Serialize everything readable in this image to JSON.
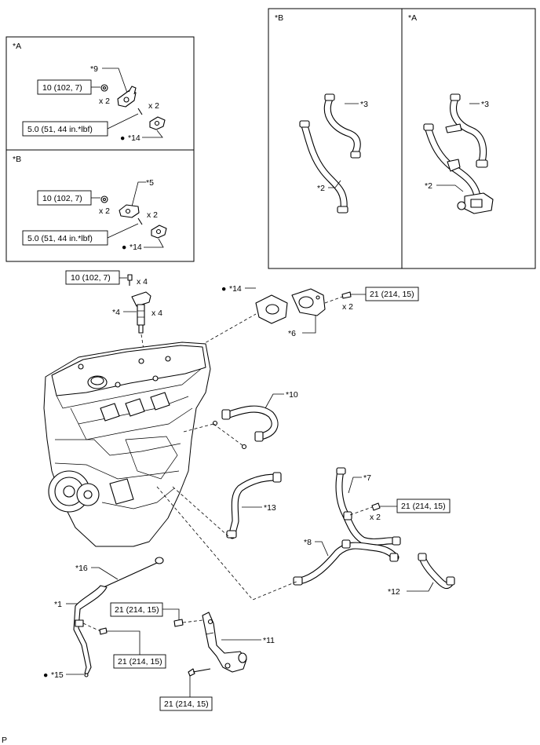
{
  "panels": {
    "top_left_A": "*A",
    "top_left_B": "*B",
    "right_B": "*B",
    "right_A": "*A"
  },
  "torque": {
    "t10": "10 (102, 7)",
    "t5": "5.0 (51, 44 in.*lbf)",
    "t21": "21 (214, 15)"
  },
  "qty": {
    "x2": "x 2",
    "x4": "x 4"
  },
  "parts": {
    "p1": "*1",
    "p2": "*2",
    "p3": "*3",
    "p4": "*4",
    "p5": "*5",
    "p6": "*6",
    "p7": "*7",
    "p8": "*8",
    "p9": "*9",
    "p10": "*10",
    "p11": "*11",
    "p12": "*12",
    "p13": "*13",
    "p14": "*14",
    "p15": "*15",
    "p16": "*16"
  },
  "markers": {
    "non_reusable": "●"
  },
  "footer": {
    "code": "P"
  }
}
